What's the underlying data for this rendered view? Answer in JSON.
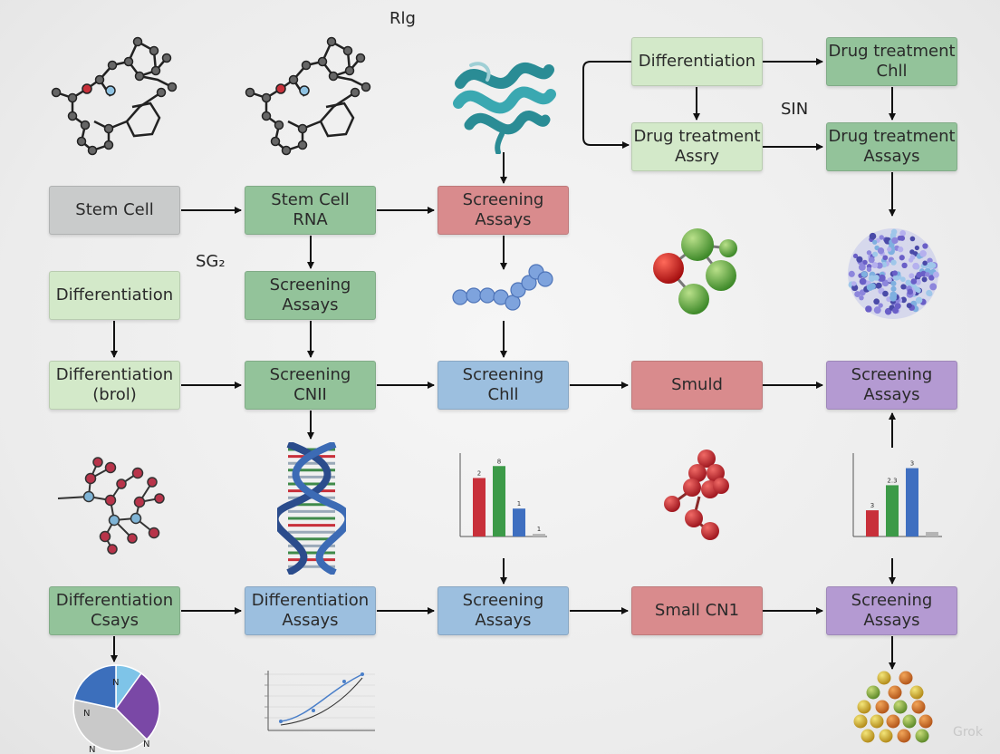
{
  "labels": {
    "top": "Rlg",
    "sin": "SIN",
    "sg2": "SG₂",
    "watermark": "Grok"
  },
  "colors": {
    "gray": "#c9cbcb",
    "light_green": "#d3e9c9",
    "mid_green": "#93c39a",
    "red": "#d98b8d",
    "blue": "#9cbfdf",
    "purple": "#b49ad2",
    "arrow": "#111111"
  },
  "nodes": {
    "stem_cell": {
      "lines": [
        "Stem Cell",
        ""
      ],
      "color": "gray"
    },
    "stem_cell_rna": {
      "lines": [
        "Stem Cell",
        "RNA"
      ],
      "color": "mid_green"
    },
    "screening_r1": {
      "lines": [
        "Screening",
        "Assays"
      ],
      "color": "red"
    },
    "diff_top": {
      "lines": [
        "Differentiation",
        ""
      ],
      "color": "light_green"
    },
    "drug_chll": {
      "lines": [
        "Drug treatment",
        "Chll"
      ],
      "color": "mid_green"
    },
    "drug_assry": {
      "lines": [
        "Drug treatment",
        "Assry"
      ],
      "color": "light_green"
    },
    "drug_assays": {
      "lines": [
        "Drug treatment",
        "Assays"
      ],
      "color": "mid_green"
    },
    "diff_r2": {
      "lines": [
        "Differentiation",
        ""
      ],
      "color": "light_green"
    },
    "screening_r2": {
      "lines": [
        "Screening",
        "Assays"
      ],
      "color": "mid_green"
    },
    "diff_brol": {
      "lines": [
        "Differentiation",
        "(brol)"
      ],
      "color": "light_green"
    },
    "screening_cnii": {
      "lines": [
        "Screening",
        "CNII"
      ],
      "color": "mid_green"
    },
    "screening_chll": {
      "lines": [
        "Screening",
        "Chll"
      ],
      "color": "blue"
    },
    "smuld": {
      "lines": [
        "Smuld",
        ""
      ],
      "color": "red"
    },
    "screening_purple_1": {
      "lines": [
        "Screening",
        "Assays"
      ],
      "color": "purple"
    },
    "diff_csays": {
      "lines": [
        "Differentiation",
        "Csays"
      ],
      "color": "mid_green"
    },
    "diff_assays": {
      "lines": [
        "Differentiation",
        "Assays"
      ],
      "color": "blue"
    },
    "screening_blue_r5": {
      "lines": [
        "Screening",
        "Assays"
      ],
      "color": "blue"
    },
    "small_cn1": {
      "lines": [
        "Small CN1",
        ""
      ],
      "color": "red"
    },
    "screening_purple_2": {
      "lines": [
        "Screening",
        "Assays"
      ],
      "color": "purple"
    }
  },
  "illustrations": {
    "molecule_1": "molecule-icon",
    "molecule_2": "molecule-icon",
    "protein": "protein-ribbon-icon",
    "chain": "bead-chain-icon",
    "cluster_top": "molecular-cluster-icon",
    "balls": "ball-molecule-icon",
    "network": "molecule-network-icon",
    "dna": "dna-helix-icon",
    "red_cluster": "red-sphere-cluster-icon",
    "pie": "pie-chart-icon",
    "line": "line-chart-icon",
    "beads": "bead-pile-icon"
  },
  "pie_labels": [
    "N",
    "N",
    "N",
    "N"
  ],
  "chart_data": [
    {
      "type": "bar",
      "categories": [
        "",
        "",
        "",
        ""
      ],
      "values": [
        2.2,
        2.65,
        1.05,
        0.1
      ],
      "ylim": [
        0,
        3
      ],
      "bar_labels": [
        "2",
        "8",
        "1",
        "1"
      ],
      "colors": [
        "#c8303a",
        "#3c9a48",
        "#3f6fc0",
        "#b5b5b5"
      ],
      "grid": false
    },
    {
      "type": "bar",
      "categories": [
        "",
        "",
        "",
        ""
      ],
      "values": [
        1.15,
        2.25,
        3.0,
        0.2
      ],
      "ylim": [
        0,
        3.5
      ],
      "bar_labels": [
        "3",
        "2.3",
        "3",
        ""
      ],
      "colors": [
        "#c8303a",
        "#3c9a48",
        "#3f6fc0",
        "#b5b5b5"
      ],
      "grid": false
    }
  ]
}
